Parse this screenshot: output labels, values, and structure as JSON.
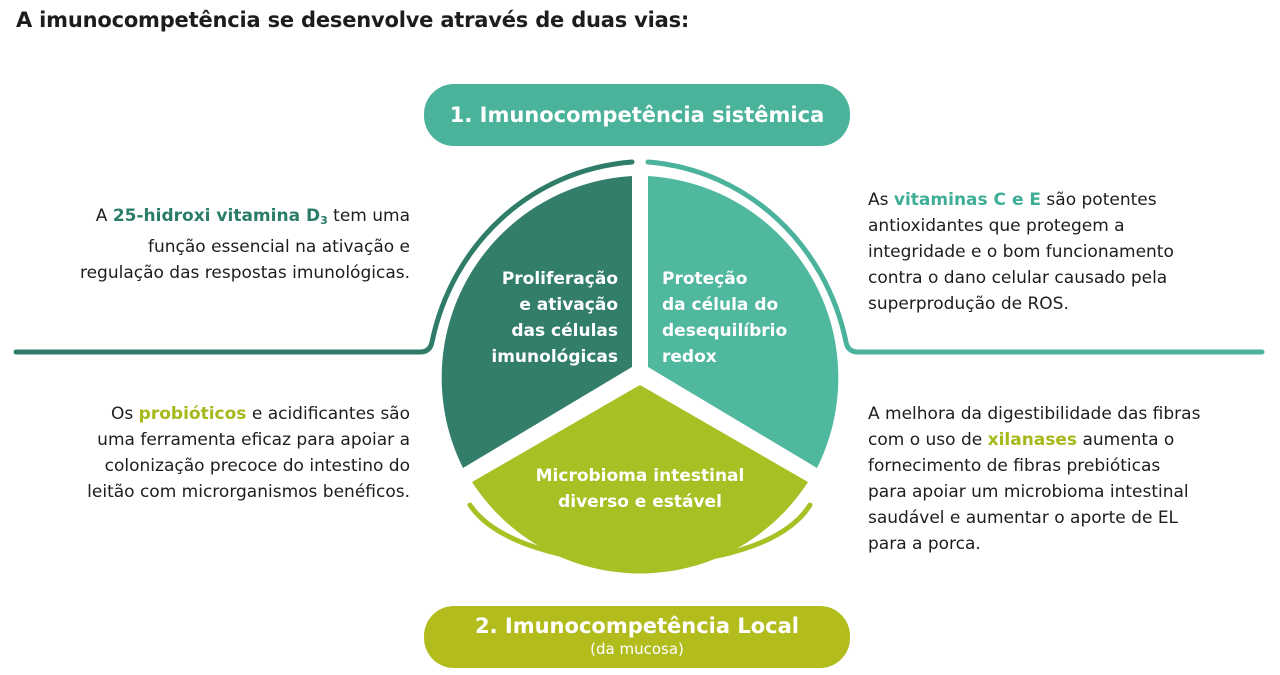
{
  "title": "A imunocompetência se desenvolve através de duas vias:",
  "pill_top": "1. Imunocompetência sistêmica",
  "pill_bottom": {
    "main": "2. Imunocompetência Local",
    "sub": "(da mucosa)"
  },
  "segments": {
    "left": [
      "Proliferação",
      "e ativação",
      "das células",
      "imunológicas"
    ],
    "right": [
      "Proteção",
      "da célula do",
      "desequilíbrio",
      "redox"
    ],
    "bottom": [
      "Microbioma intestinal",
      "diverso e estável"
    ]
  },
  "text_top_left": {
    "a": "A ",
    "hl": "25-hidroxi vitamina D",
    "hl_sub": "3",
    "b": " tem uma",
    "line2": "função essencial na ativação e",
    "line3": "regulação das respostas imunológicas."
  },
  "text_top_right": {
    "a": "As ",
    "hl": "vitaminas C e E",
    "b": " são potentes",
    "line2": "antioxidantes que protegem a",
    "line3": "integridade e o bom funcionamento",
    "line4": "contra o dano celular causado pela",
    "line5": "superprodução de ROS."
  },
  "text_bottom_left": {
    "a": "Os ",
    "hl": "probióticos",
    "b": " e acidificantes são",
    "line2": "uma ferramenta eficaz para apoiar a",
    "line3": "colonização precoce do intestino do",
    "line4": "leitão com microrganismos benéficos."
  },
  "text_bottom_right": {
    "line1": "A melhora da digestibilidade das fibras",
    "a": "com o uso de ",
    "hl": "xilanases",
    "b": " aumenta o",
    "line3": "fornecimento de fibras prebióticas",
    "line4": "para apoiar um microbioma intestinal",
    "line5": "saudável e aumentar o aporte de EL",
    "line6": "para a porca."
  },
  "colors": {
    "teal": "#4bb39b",
    "dark_teal": "#2f7d69",
    "segment_left": "#337e6a",
    "segment_right": "#50b89f",
    "segment_bottom": "#a7c125",
    "lime": "#b2bd1d"
  }
}
